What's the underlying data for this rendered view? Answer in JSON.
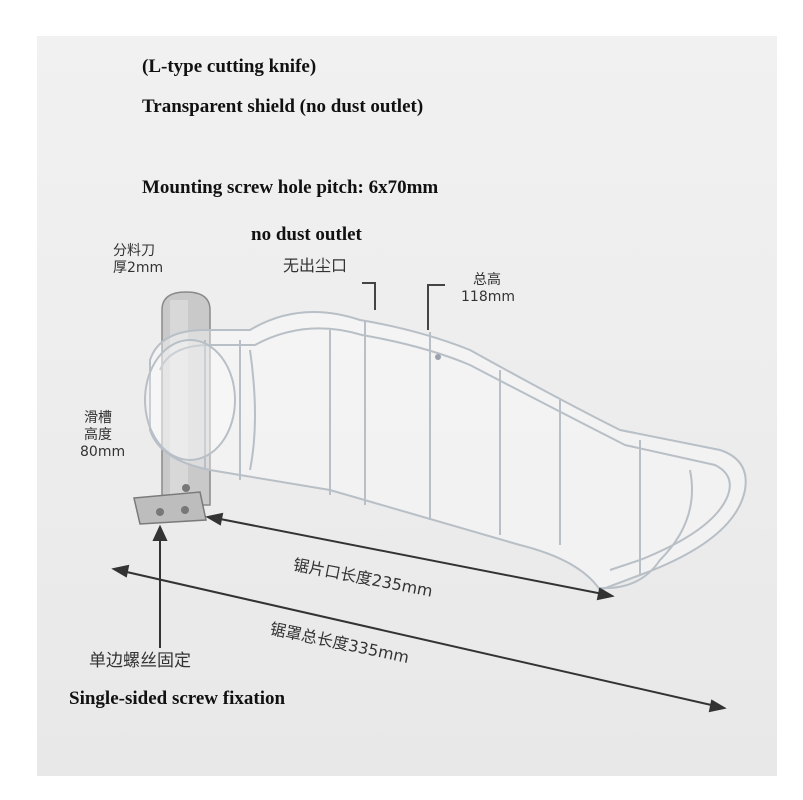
{
  "english_labels": {
    "knife_type": "(L-type cutting knife)",
    "shield": "Transparent shield (no dust outlet)",
    "hole_pitch": "Mounting screw hole pitch: 6x70mm",
    "no_dust_outlet": "no dust outlet",
    "screw_fixation": "Single-sided screw fixation"
  },
  "chinese_labels": {
    "riving_knife_line1": "分料刀",
    "riving_knife_line2": "厚2mm",
    "no_dust_outlet": "无出尘口",
    "total_height_line1": "总高",
    "total_height_line2": "118mm",
    "slot_height_line1": "滑槽",
    "slot_height_line2": "高度",
    "slot_height_line3": "80mm",
    "blade_opening_length": "锯片口长度235mm",
    "guard_total_length": "锯罩总长度335mm",
    "single_side_screw": "单边螺丝固定"
  }
}
